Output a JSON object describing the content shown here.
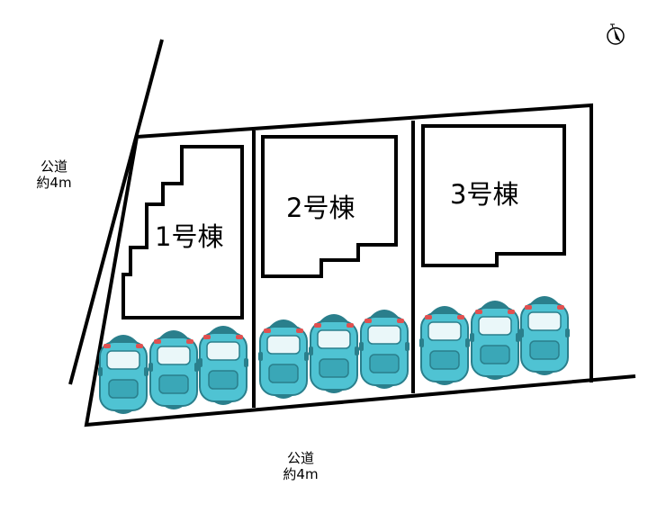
{
  "roads": [
    {
      "name": "公道",
      "width": "約4m"
    },
    {
      "name": "公道",
      "width": "約4m"
    }
  ],
  "buildings": [
    {
      "label": "1号棟"
    },
    {
      "label": "2号棟"
    },
    {
      "label": "3号棟"
    }
  ],
  "parking_spaces_per_lot": 3,
  "colors": {
    "car_body": "#4fc3d3",
    "car_outline": "#2a7f8c",
    "car_light": "#e05050",
    "line": "#000000"
  },
  "icons": {
    "compass": "compass-north-icon"
  }
}
